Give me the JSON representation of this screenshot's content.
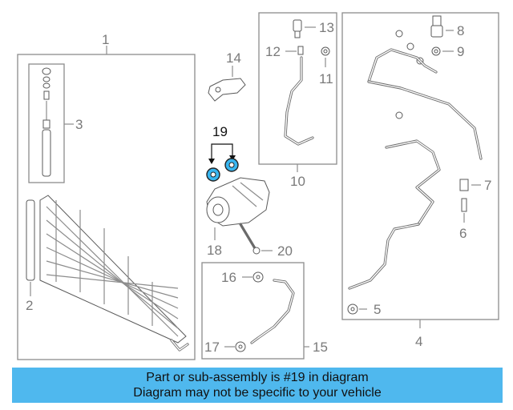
{
  "callouts": {
    "c1": "1",
    "c2": "2",
    "c3": "3",
    "c4": "4",
    "c5": "5",
    "c6": "6",
    "c7": "7",
    "c8": "8",
    "c9": "9",
    "c10": "10",
    "c11": "11",
    "c12": "12",
    "c13": "13",
    "c14": "14",
    "c15": "15",
    "c16": "16",
    "c17": "17",
    "c18": "18",
    "c19": "19",
    "c20": "20"
  },
  "highlighted_part": "19",
  "banner": {
    "line1": "Part or sub-assembly is #19 in diagram",
    "line2": "Diagram may not be specific to your vehicle"
  },
  "colors": {
    "banner_bg": "#4fb8ee",
    "highlight_part": "#38b6f0",
    "line_art": "#8c8c8c"
  }
}
